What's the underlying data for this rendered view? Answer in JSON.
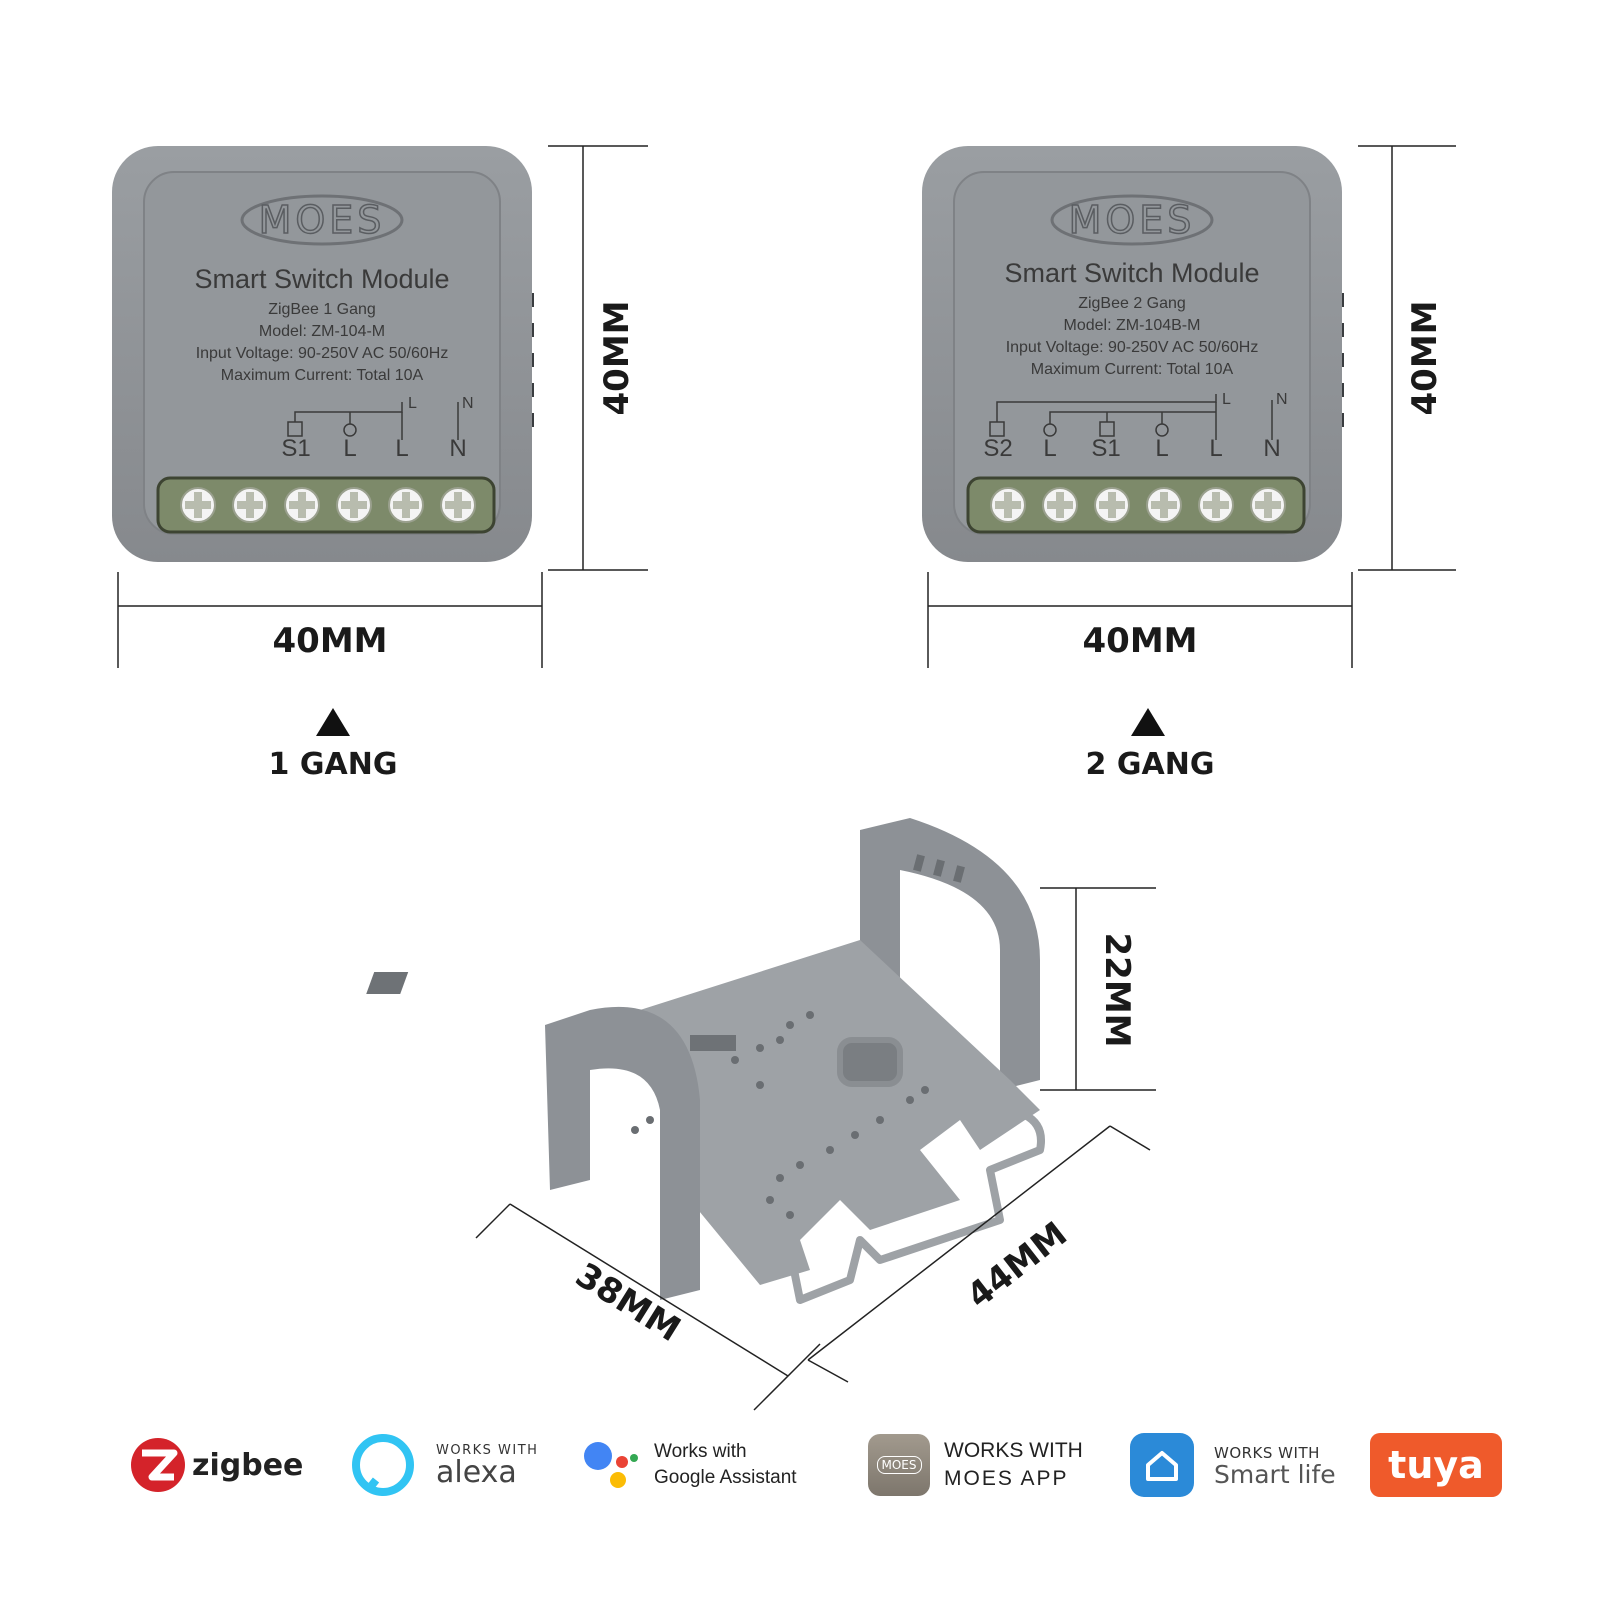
{
  "modules": [
    {
      "brand": "MOES",
      "title": "Smart Switch Module",
      "subtitle": "ZigBee 1 Gang",
      "model": "Model: ZM-104-M",
      "voltage": "Input Voltage: 90-250V AC 50/60Hz",
      "current": "Maximum Current: Total 10A",
      "terminals": [
        "S1",
        "L",
        "L",
        "N"
      ],
      "width_label": "40MM",
      "height_label": "40MM",
      "caption": "1 GANG"
    },
    {
      "brand": "MOES",
      "title": "Smart Switch Module",
      "subtitle": "ZigBee 2 Gang",
      "model": "Model: ZM-104B-M",
      "voltage": "Input Voltage: 90-250V AC 50/60Hz",
      "current": "Maximum Current: Total 10A",
      "terminals": [
        "S2",
        "L",
        "S1",
        "L",
        "L",
        "N"
      ],
      "width_label": "40MM",
      "height_label": "40MM",
      "caption": "2 GANG"
    }
  ],
  "bracket": {
    "height_label": "22MM",
    "depth_label": "38MM",
    "width_label": "44MM"
  },
  "compatibility": {
    "zigbee": {
      "name": "zigbee"
    },
    "alexa": {
      "prefix": "WORKS WITH",
      "name": "alexa"
    },
    "google": {
      "line1": "Works with",
      "line2": "Google Assistant"
    },
    "moes": {
      "line1": "WORKS WITH",
      "line2": "MOES APP",
      "icon_text": "MOES"
    },
    "smartlife": {
      "prefix": "WORKS WITH",
      "name": "Smart life"
    },
    "tuya": {
      "name": "tuya"
    }
  },
  "colors": {
    "module_gray": "#8e9296",
    "terminal_green": "#7d8a6a",
    "zigbee_red": "#d4232a",
    "alexa_blue": "#31c4f3",
    "smartlife_blue": "#2b8ad8",
    "tuya_orange": "#ef5a2b"
  }
}
